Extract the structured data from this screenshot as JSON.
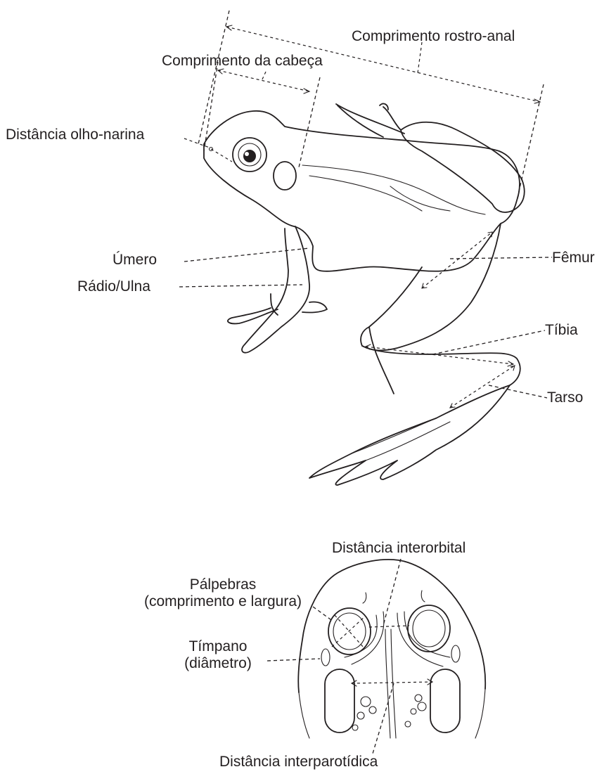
{
  "side_view": {
    "labels": {
      "snout_vent_length": "Comprimento rostro-anal",
      "head_length": "Comprimento da cabeça",
      "eye_nostril_distance": "Distância olho-narina",
      "humerus": "Úmero",
      "radius_ulna": "Rádio/Ulna",
      "femur": "Fêmur",
      "tibia": "Tíbia",
      "tarsus": "Tarso"
    }
  },
  "top_view": {
    "labels": {
      "interorbital_distance": "Distância interorbital",
      "eyelids_line1": "Pálpebras",
      "eyelids_line2": "(comprimento e largura)",
      "tympanum_line1": "Tímpano",
      "tympanum_line2": "(diâmetro)",
      "interparotid_distance": "Distância interparotídica"
    }
  },
  "colors": {
    "ink": "#231f20",
    "background": "#ffffff"
  }
}
